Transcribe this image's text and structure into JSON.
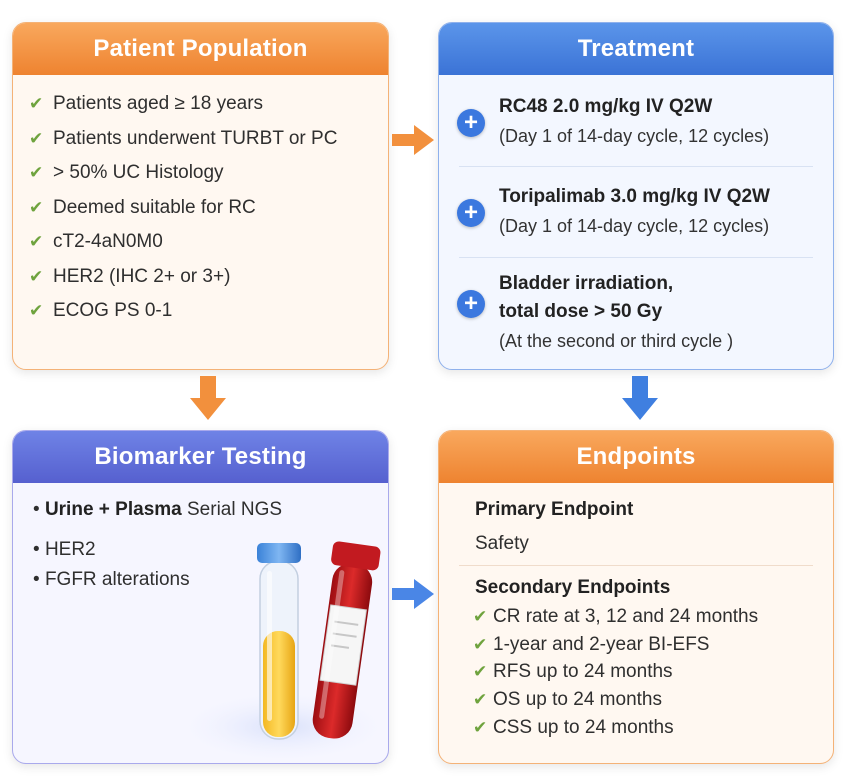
{
  "patient_population": {
    "title": "Patient Population",
    "items": [
      "Patients aged ≥ 18 years",
      "Patients underwent TURBT or PC",
      "> 50% UC Histology",
      "Deemed suitable for RC",
      "cT2-4aN0M0",
      "HER2 (IHC 2+ or 3+)",
      "ECOG PS 0-1"
    ]
  },
  "treatment": {
    "title": "Treatment",
    "items": [
      {
        "title": "RC48 2.0 mg/kg IV Q2W",
        "subtitle": "(Day 1 of 14-day cycle, 12 cycles)"
      },
      {
        "title": "Toripalimab 3.0 mg/kg IV Q2W",
        "subtitle": "(Day 1 of 14-day cycle, 12 cycles)"
      },
      {
        "title_line1": "Bladder irradiation,",
        "title_line2": "total dose > 50 Gy",
        "subtitle": "(At the second or third cycle )"
      }
    ]
  },
  "biomarker_testing": {
    "title": "Biomarker Testing",
    "ngs_bold1": "Urine",
    "ngs_plus": " + ",
    "ngs_bold2": "Plasma",
    "ngs_rest": " Serial NGS",
    "items": [
      "HER2",
      "FGFR alterations"
    ]
  },
  "endpoints": {
    "title": "Endpoints",
    "primary_heading": "Primary Endpoint",
    "primary_value": "Safety",
    "secondary_heading": "Secondary Endpoints",
    "secondary_items": [
      "CR rate at 3, 12 and 24 months",
      "1-year and 2-year BI-EFS",
      "RFS up to 24 months",
      "OS up to 24 months",
      "CSS up to 24 months"
    ]
  },
  "colors": {
    "orange_header": "#ee8330",
    "blue_header": "#3b73d6",
    "purple_header": "#5660cf",
    "check_green": "#6fa33e",
    "plus_blue": "#3b78df"
  },
  "icons": [
    "check-icon",
    "plus-circle-icon",
    "arrow-right-icon",
    "arrow-down-icon",
    "test-tubes-illustration"
  ]
}
